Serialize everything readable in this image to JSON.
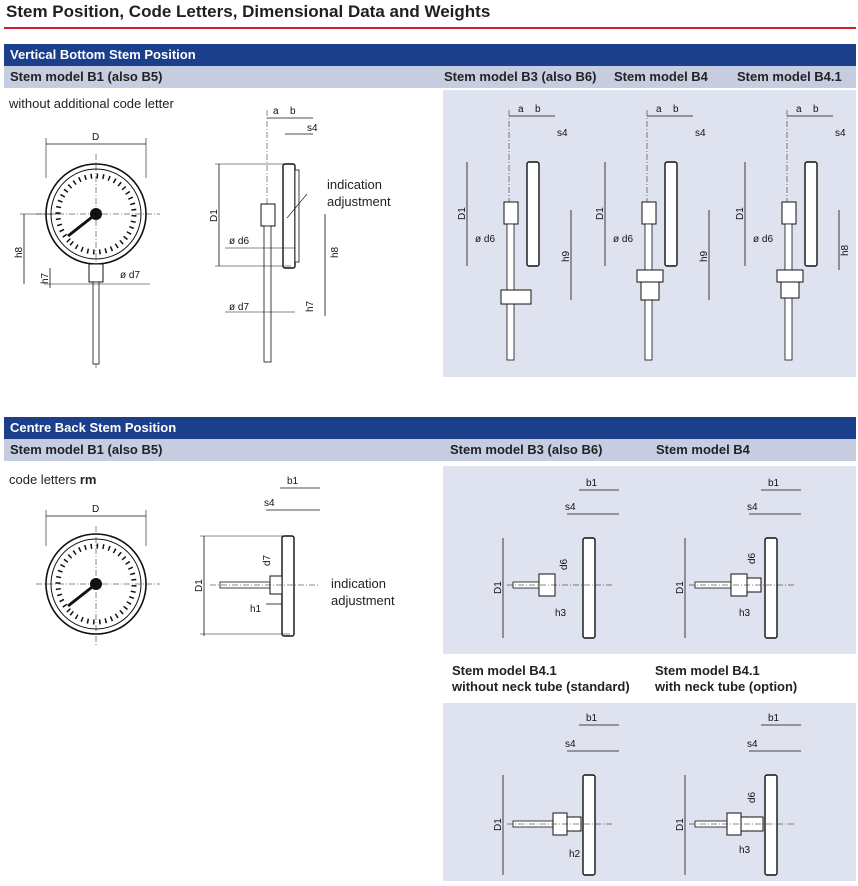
{
  "title": "Stem Position, Code Letters, Dimensional Data and Weights",
  "section1": {
    "header": "Vertical Bottom Stem Position",
    "left_model": "Stem model B1 (also B5)",
    "models_right": [
      "Stem model B3 (also B6)",
      "Stem model B4",
      "Stem model B4.1"
    ],
    "note": "without additional code letter",
    "indication": [
      "indication",
      "adjustment"
    ]
  },
  "section2": {
    "header": "Centre Back Stem Position",
    "left_model": "Stem model B1 (also B5)",
    "models_right": [
      "Stem model B3 (also B6)",
      "Stem model B4"
    ],
    "note_prefix": "code letters ",
    "note_code": "rm",
    "indication": [
      "indication",
      "adjustment"
    ],
    "model_b41_a": [
      "Stem model B4.1",
      "without neck tube (standard)"
    ],
    "model_b41_b": [
      "Stem model B4.1",
      "with neck tube (option)"
    ]
  },
  "dims": {
    "D": "D",
    "D1": "D1",
    "a": "a",
    "b": "b",
    "b1": "b1",
    "s4": "s4",
    "h1": "h1",
    "h2": "h2",
    "h3": "h3",
    "h7": "h7",
    "h8": "h8",
    "h9": "h9",
    "d6": "d6",
    "d7": "d7",
    "phi_d6": "ø d6",
    "phi_d7": "ø d7"
  },
  "colors": {
    "title_rule": "#d21c2b",
    "section_header": "#1c3f8c",
    "subheader": "#c7cde0",
    "panel": "#dfe3f0"
  }
}
